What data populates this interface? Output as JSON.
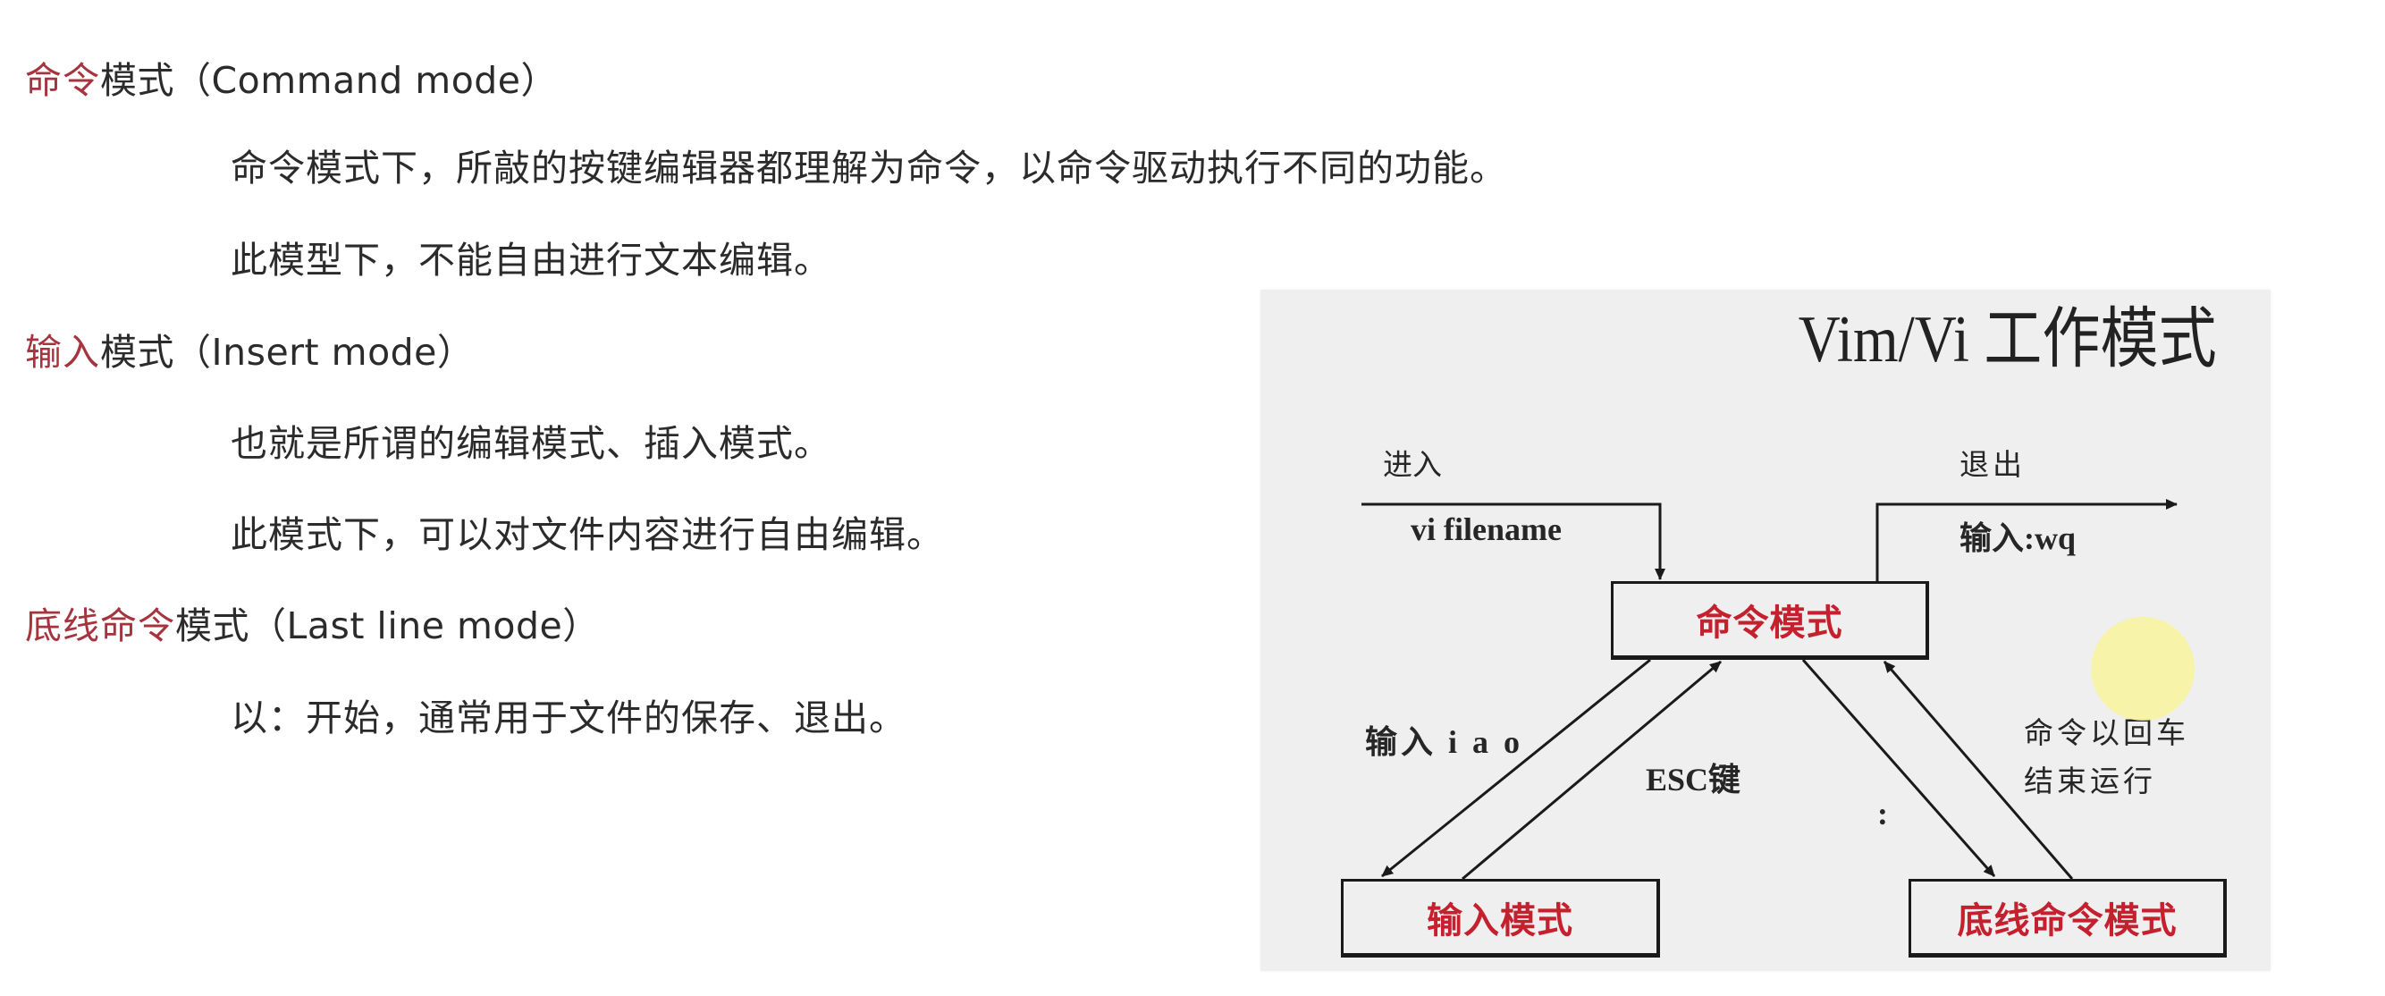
{
  "sections": [
    {
      "heading_accent": "命令",
      "heading_rest": "模式（Command mode）",
      "lines": [
        "命令模式下，所敲的按键编辑器都理解为命令，以命令驱动执行不同的功能。",
        "此模型下，不能自由进行文本编辑。"
      ]
    },
    {
      "heading_accent": "输入",
      "heading_rest": "模式（Insert mode）",
      "lines": [
        "也就是所谓的编辑模式、插入模式。",
        "此模式下，可以对文件内容进行自由编辑。"
      ]
    },
    {
      "heading_accent": "底线命令",
      "heading_rest": "模式（Last line mode）",
      "lines": [
        "以：开始，通常用于文件的保存、退出。"
      ]
    }
  ],
  "diagram": {
    "title": "Vim/Vi 工作模式",
    "boxes": {
      "command": "命令模式",
      "insert": "输入模式",
      "lastline": "底线命令模式"
    },
    "labels": {
      "enter": "进入",
      "enter_cmd": "vi filename",
      "exit": "退出",
      "exit_cmd": "输入:wq",
      "to_insert": "输入 i a o",
      "esc": "ESC键",
      "colon": ":",
      "run_line1": "命令以回车",
      "run_line2": "结束运行"
    },
    "colors": {
      "accent_heading": "#a5343f",
      "box_text": "#c4202e",
      "panel_bg": "#efefef",
      "cursor_highlight": "#f7f3a0"
    }
  }
}
